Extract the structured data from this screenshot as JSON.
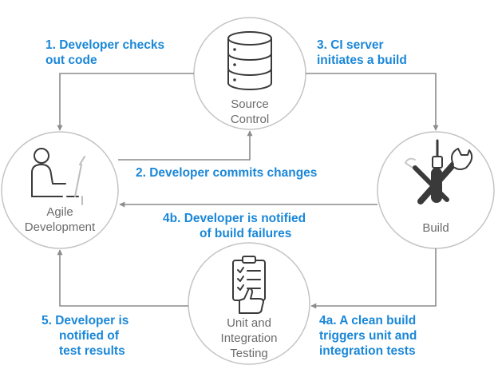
{
  "colors": {
    "step_text": "#1a87d8",
    "arrow": "#8c8c8c",
    "circle_stroke": "#bdbdbd",
    "node_text": "#6b6b6b",
    "icon": "#3a3a3a"
  },
  "nodes": {
    "source_control": {
      "lines": [
        "Source",
        "Control"
      ],
      "icon": "server-stack-icon"
    },
    "agile_development": {
      "lines": [
        "Agile",
        "Development"
      ],
      "icon": "developer-at-desk-icon"
    },
    "build": {
      "lines": [
        "Build"
      ],
      "icon": "tools-icon"
    },
    "testing": {
      "lines": [
        "Unit and",
        "Integration",
        "Testing"
      ],
      "icon": "checklist-thumbs-up-icon"
    }
  },
  "steps": {
    "s1": [
      "1. Developer checks",
      "out code"
    ],
    "s2": [
      "2. Developer commits changes"
    ],
    "s3": [
      "3. CI server",
      "initiates a build"
    ],
    "s4a": [
      "4a. A clean build",
      "triggers unit and",
      "integration tests"
    ],
    "s4b": [
      "4b. Developer is notified",
      "of build failures"
    ],
    "s5": [
      "5. Developer is",
      "notified of",
      "test results"
    ]
  }
}
